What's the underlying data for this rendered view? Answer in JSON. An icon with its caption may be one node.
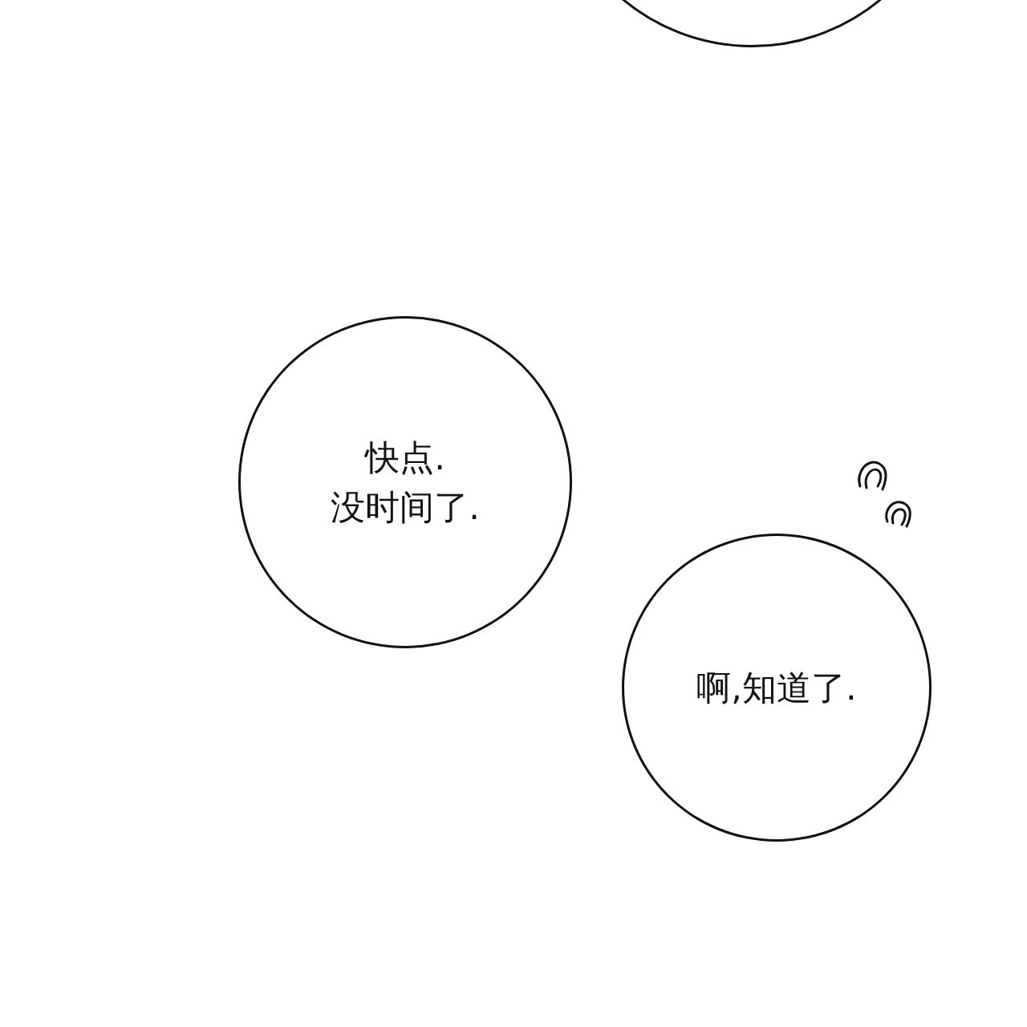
{
  "diagram": {
    "nodes": [
      {
        "text": [],
        "shape": "circle"
      },
      {
        "text": [
          "快点.没时间了."
        ]
      },
      {
        "text": [
          "啊,知道了."
        ]
      }
    ],
    "edges": []
  }
}
